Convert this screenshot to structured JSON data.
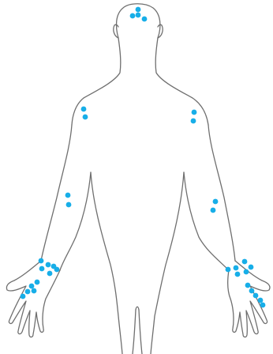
{
  "figure": {
    "background": "#ffffff",
    "outline_color": "#6f6f6f",
    "dot_color": "#17aee8",
    "regions": [
      {
        "name": "crown-of-head",
        "dot_count": 4
      },
      {
        "name": "left-shoulder",
        "dot_count": 2
      },
      {
        "name": "right-shoulder",
        "dot_count": 2
      },
      {
        "name": "left-forearm",
        "dot_count": 2
      },
      {
        "name": "right-forearm",
        "dot_count": 2
      },
      {
        "name": "left-wrist",
        "dot_count": 6
      },
      {
        "name": "right-wrist",
        "dot_count": 6
      },
      {
        "name": "left-hand",
        "dot_count": 5
      },
      {
        "name": "right-hand",
        "dot_count": 5
      }
    ]
  }
}
